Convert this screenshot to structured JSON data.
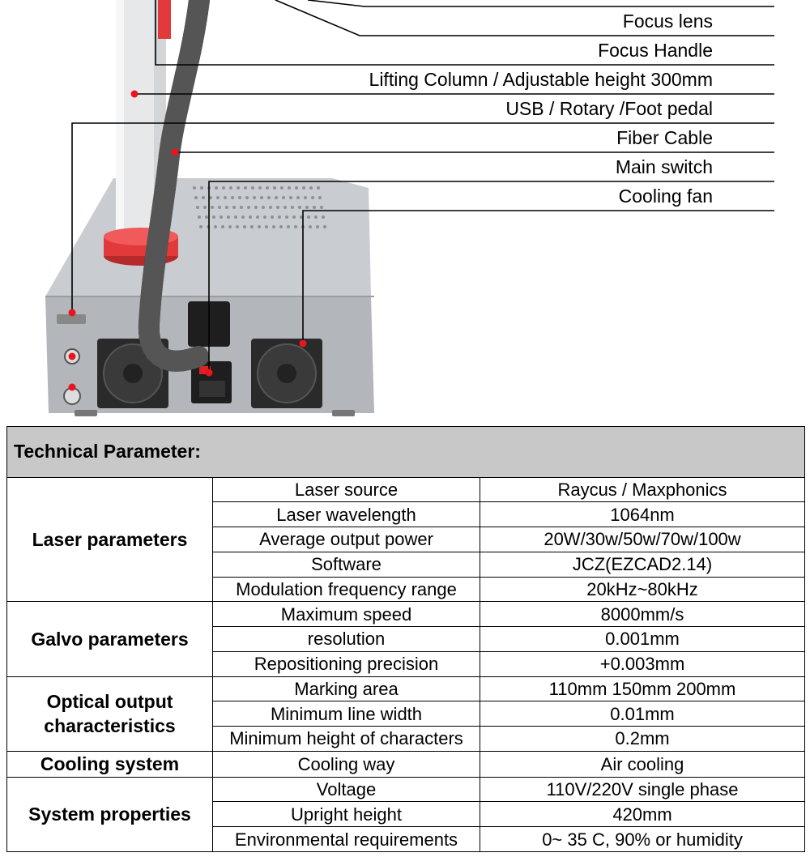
{
  "callouts": [
    {
      "label": "Focus lens"
    },
    {
      "label": "Focus Handle"
    },
    {
      "label": "Lifting Column / Adjustable height 300mm"
    },
    {
      "label": "USB / Rotary /Foot pedal"
    },
    {
      "label": "Fiber Cable"
    },
    {
      "label": "Main switch"
    },
    {
      "label": "Cooling fan"
    }
  ],
  "colors": {
    "marker": "#e8141e",
    "machine_body": "#b9bcc0",
    "machine_top": "#c9ccd0",
    "column": "#e6e8ea",
    "collar": "#e23a3a",
    "cable": "#2a2a2a",
    "table_header": "#c8c8c8"
  },
  "table": {
    "title": "Technical Parameter:",
    "groups": [
      {
        "name": "Laser parameters",
        "rows": [
          {
            "param": "Laser source",
            "value": "Raycus / Maxphonics"
          },
          {
            "param": "Laser wavelength",
            "value": "1064nm"
          },
          {
            "param": "Average output power",
            "value": "20W/30w/50w/70w/100w"
          },
          {
            "param": "Software",
            "value": "JCZ(EZCAD2.14)"
          },
          {
            "param": "Modulation frequency range",
            "value": "20kHz~80kHz"
          }
        ]
      },
      {
        "name": "Galvo parameters",
        "rows": [
          {
            "param": "Maximum speed",
            "value": "8000mm/s"
          },
          {
            "param": "resolution",
            "value": "0.001mm"
          },
          {
            "param": "Repositioning precision",
            "value": "+0.003mm"
          }
        ]
      },
      {
        "name": "Optical output characteristics",
        "rows": [
          {
            "param": "Marking area",
            "value": "110mm 150mm 200mm"
          },
          {
            "param": "Minimum line width",
            "value": "0.01mm"
          },
          {
            "param": "Minimum height of characters",
            "value": "0.2mm"
          }
        ]
      },
      {
        "name": "Cooling system",
        "rows": [
          {
            "param": "Cooling way",
            "value": "Air cooling"
          }
        ]
      },
      {
        "name": "System properties",
        "rows": [
          {
            "param": "Voltage",
            "value": "110V/220V single phase"
          },
          {
            "param": "Upright height",
            "value": "420mm"
          },
          {
            "param": "Environmental requirements",
            "value": "0~ 35 C, 90% or humidity"
          }
        ]
      }
    ]
  }
}
